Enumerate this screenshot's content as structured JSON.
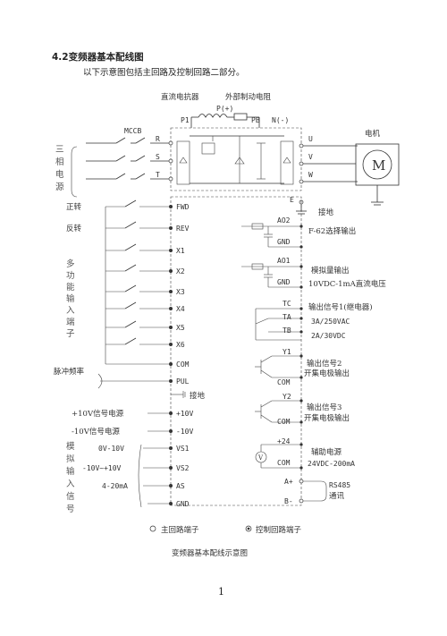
{
  "section": {
    "heading": "4.2变频器基本配线图",
    "intro": "以下示意图包括主回路及控制回路二部分。"
  },
  "diagram": {
    "top_labels": {
      "dc_reactor": "直流电抗器",
      "brake_resistor": "外部制动电阻"
    },
    "bus_terminals": {
      "p1": "P1",
      "p_plus": "P(+)",
      "pb": "PB",
      "n_minus": "N(-)"
    },
    "breaker": "MCCB",
    "three_phase_source": [
      "三",
      "相",
      "电",
      "源"
    ],
    "input_terminals": [
      "R",
      "S",
      "T"
    ],
    "output_terminals": [
      "U",
      "V",
      "W"
    ],
    "earth_terminal": "E",
    "motor_title": "电机",
    "motor_symbol": "M",
    "ground_text": "接地",
    "control_left_labels": {
      "fwd": "正转",
      "rev": "反转",
      "pulse": "脉冲频率",
      "ground": "接地",
      "v10_supply": "+10V信号电源",
      "vneg10_supply": "-10V信号电源",
      "range1": "0V-10V",
      "range2": "-10V~+10V",
      "range3": "4-20mA"
    },
    "multi_input": [
      "多",
      "功",
      "能",
      "输",
      "入",
      "端",
      "子"
    ],
    "analog_input": [
      "模",
      "拟",
      "输",
      "入",
      "信",
      "号"
    ],
    "left_terminals": [
      "FWD",
      "REV",
      "X1",
      "X2",
      "X3",
      "X4",
      "X5",
      "X6",
      "COM",
      "PUL",
      "+10V",
      "-10V",
      "VS1",
      "VS2",
      "AS",
      "GND"
    ],
    "right_terminals": {
      "ao2": "AO2",
      "gnd1": "GND",
      "ao1": "AO1",
      "gnd2": "GND",
      "tc": "TC",
      "ta": "TA",
      "tb": "TB",
      "y1": "Y1",
      "com1": "COM",
      "y2": "Y2",
      "com2": "COM",
      "p24": "+24",
      "com3": "COM",
      "a_plus": "A+",
      "b_minus": "B-"
    },
    "right_descriptions": {
      "ao2": "F-62选择输出",
      "ao1_title": "模拟量输出",
      "ao1_range": "10VDC-1mA直流电压",
      "relay_title": "输出信号1(继电器)",
      "relay_ac": "3A/250VAC",
      "relay_dc": "2A/30VDC",
      "y1_title": "输出信号2",
      "y1_sub": "开集电极输出",
      "y2_title": "输出信号3",
      "y2_sub": "开集电极输出",
      "aux_title": "辅助电源",
      "aux_rating": "24VDC-200mA",
      "rs485": "RS485",
      "rs485_sub": "通讯",
      "voltmeter": "V"
    },
    "legend": {
      "main": "主回路端子",
      "control": "控制回路端子"
    },
    "caption": "变频器基本配线示意图"
  },
  "page_number": "1"
}
